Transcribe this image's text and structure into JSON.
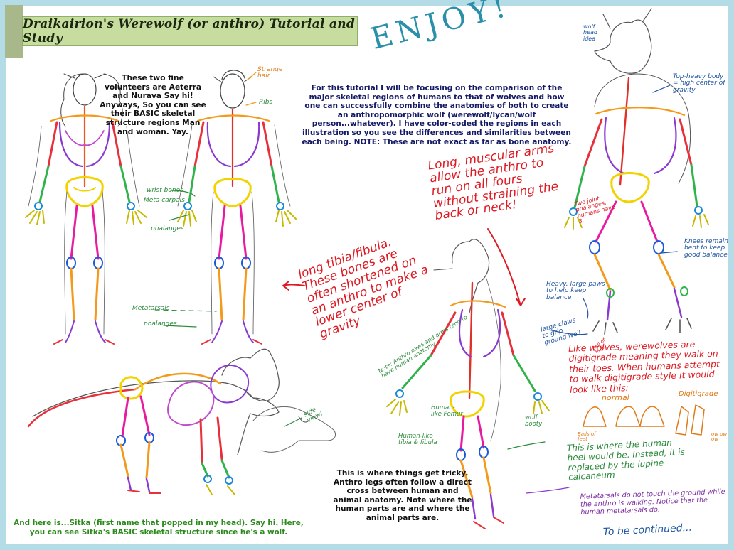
{
  "title": "Draikairion's Werewolf (or anthro) Tutorial and Study",
  "enjoy": "ENJOY!",
  "intro_volunteers": "These two fine volunteers are Aeterra and Nurava Say hi! Anyways, So you can see their BASIC skeletal structure regions Man and woman. Yay.",
  "intro_tutorial": "For this tutorial I will be focusing on the comparison of the major skeletal regions of humans to that of wolves and how one can successfully combine the anatomies of both to create an anthropomorphic wolf (werewolf/lycan/wolf person...whatever). I have color-coded the regions in each illustration so you see the differences and similarities between each being. NOTE: These are not exact as far as bone anatomy.",
  "wolf_caption": "And here is...Sitka (first name that popped in my head). Say hi. Here, you can see Sitka's BASIC skeletal structure since he's a wolf.",
  "anthro_caption": "This is where things get tricky. Anthro legs often follow a direct cross between human and animal anatomy. Note where the human parts are and where the animal parts are.",
  "to_be_continued": "To be continued...",
  "notes": {
    "arms": "Long, muscular arms allow the anthro to run on all fours without straining the back or neck!",
    "tibia": "long tibia/fibula. These bones are often shortened on an anthro to make a lower center of gravity",
    "digitigrade": "Like wolves, werewolves are digitigrade meaning they walk on their toes. When humans attempt to walk digitigrade style it would look like this:",
    "heel": "This is where the human heel would be. Instead, it is replaced by the lupine calcaneum",
    "metatarsals_note": "Metatarsals do not touch the ground while the anthro is walking. Notice that the human metatarsals do.",
    "strange_hair": "Strange hair",
    "ribs": "Ribs",
    "wrist_bones": "wrist bones",
    "metacarpals": "Meta carpals",
    "phalanges": "phalanges",
    "metatarsals": "Metatarsals",
    "phalanges_feet": "phalanges",
    "wolf_head": "wolf head idea",
    "top_heavy": "Top-heavy body = high center of gravity",
    "two_joint": "Two joint phalanges, humans have 3.",
    "knees": "Knees remain bent to keep good balance",
    "heavy_paws": "Heavy, large paws to help keep balance",
    "claws": "large claws to grip ground well",
    "ball_of_foot": "Ball of foot",
    "side_view": "side view!",
    "human_arms": "Note: Anthro paws and arms tend to have human anatomy",
    "human_femur": "Human-like Femur",
    "human_tibia": "Human-like tibia & fibula",
    "wolf_booty": "wolf booty",
    "normal": "normal",
    "digitigrade_label": "Digitigrade",
    "balls_of_feet": "Balls of feet",
    "ow": "ow ow ow"
  }
}
